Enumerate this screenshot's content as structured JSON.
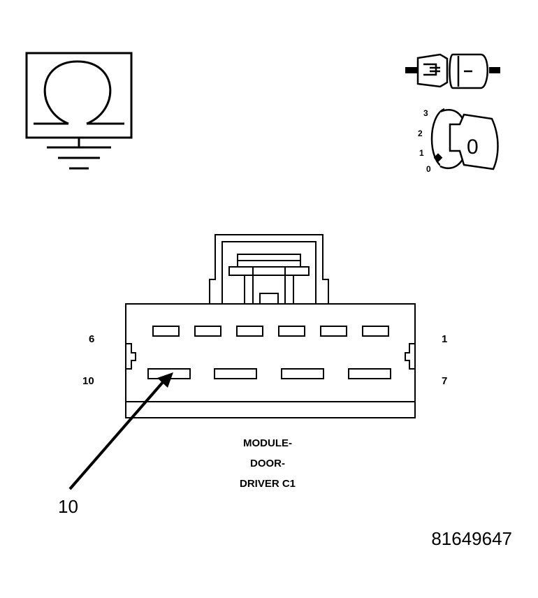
{
  "connector": {
    "name_line1": "MODULE-",
    "name_line2": "DOOR-",
    "name_line3": "DRIVER C1",
    "pin_row1_left": "6",
    "pin_row1_right": "1",
    "pin_row2_left": "10",
    "pin_row2_right": "7"
  },
  "callout": {
    "pin_label": "10"
  },
  "ignition": {
    "positions": [
      "3",
      "2",
      "1",
      "0"
    ],
    "key_label": "0"
  },
  "figure_id": "81649647",
  "icons": {
    "ohmmeter": "ohmmeter-ground-icon",
    "disconnect": "connector-disconnect-icon",
    "ignition": "ignition-off-icon"
  }
}
